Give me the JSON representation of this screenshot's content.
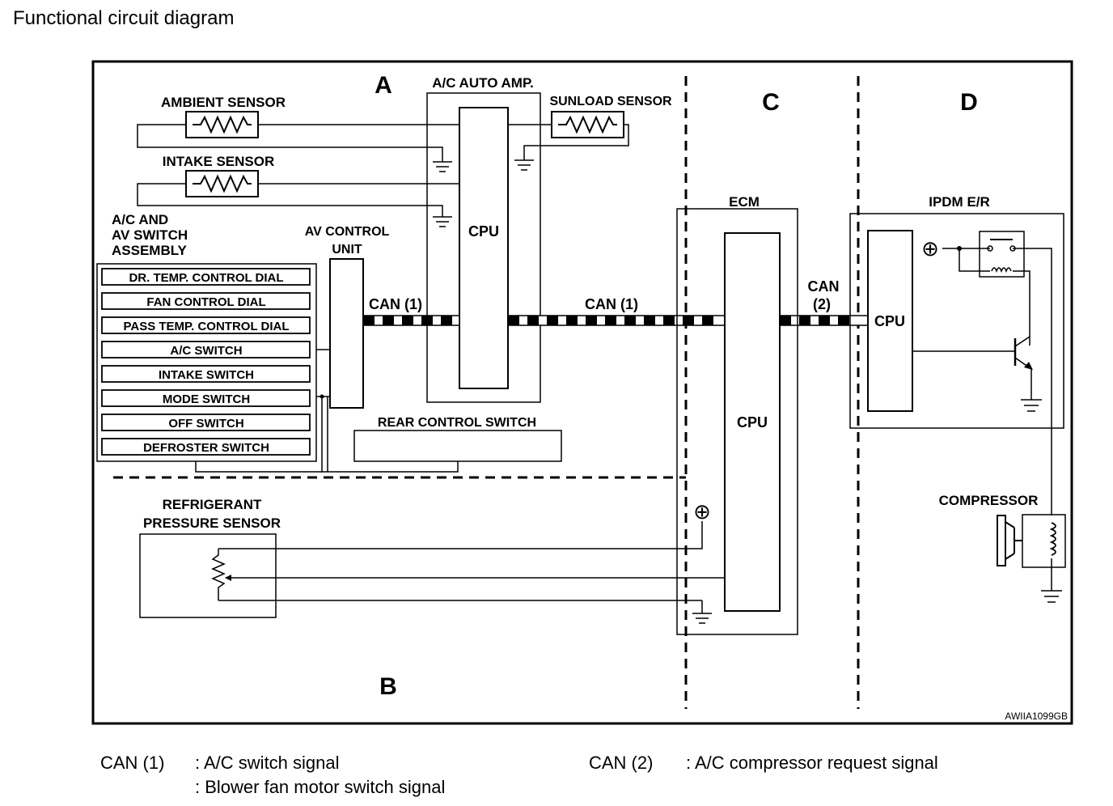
{
  "title": "Functional circuit diagram",
  "zones": {
    "a": "A",
    "b": "B",
    "c": "C",
    "d": "D"
  },
  "components": {
    "ambient_sensor": "AMBIENT SENSOR",
    "intake_sensor": "INTAKE SENSOR",
    "ac_auto_amp": "A/C AUTO AMP.",
    "sunload_sensor": "SUNLOAD SENSOR",
    "ac_auto_amp_cpu": "CPU",
    "switch_assembly": [
      "A/C AND",
      "AV SWITCH",
      "ASSEMBLY"
    ],
    "av_control_unit": [
      "AV CONTROL",
      "UNIT"
    ],
    "switches": [
      "DR. TEMP. CONTROL DIAL",
      "FAN CONTROL DIAL",
      "PASS TEMP. CONTROL DIAL",
      "A/C SWITCH",
      "INTAKE SWITCH",
      "MODE SWITCH",
      "OFF SWITCH",
      "DEFROSTER SWITCH"
    ],
    "rear_control_switch": "REAR CONTROL SWITCH",
    "ecm": "ECM",
    "ecm_cpu": "CPU",
    "ipdm": "IPDM E/R",
    "ipdm_cpu": "CPU",
    "refrigerant_sensor": [
      "REFRIGERANT",
      "PRESSURE SENSOR"
    ],
    "compressor": "COMPRESSOR"
  },
  "bus_labels": {
    "can1_left": "CAN (1)",
    "can1_right": "CAN (1)",
    "can2": [
      "CAN",
      "(2)"
    ]
  },
  "figure_code": "AWIIA1099GB",
  "legend": {
    "can1_name": "CAN (1)",
    "can1_signals": [
      ": A/C switch signal",
      ": Blower fan motor switch signal"
    ],
    "can2_name": "CAN (2)",
    "can2_signal": ": A/C compressor request signal"
  },
  "plus_symbol": "⊕"
}
